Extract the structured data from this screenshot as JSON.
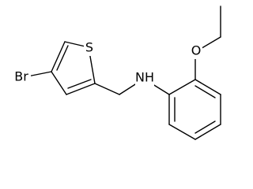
{
  "molecule": {
    "atoms": {
      "bromine": "Br",
      "sulfur": "S",
      "amine": "NH",
      "oxygen": "O"
    }
  }
}
